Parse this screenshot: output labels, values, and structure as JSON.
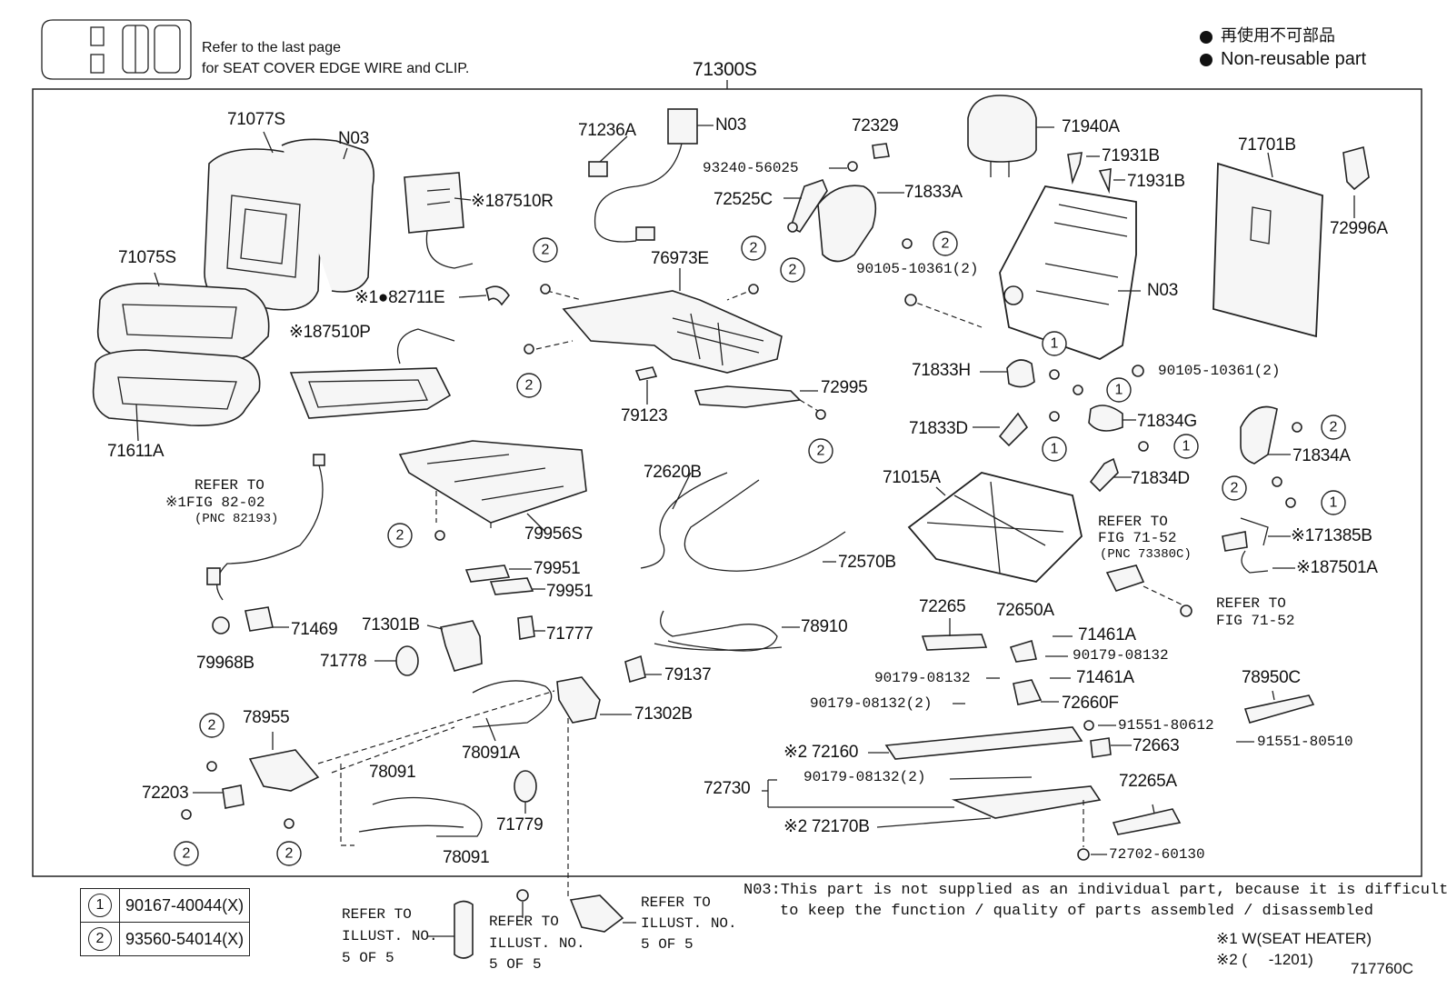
{
  "header": {
    "edge_wire_note_line1": "Refer to the last page",
    "edge_wire_note_line2": "for SEAT COVER EDGE WIRE and CLIP.",
    "non_reusable_jp": "再使用不可部品",
    "non_reusable_en": "Non-reusable part",
    "assembly_number": "71300S"
  },
  "parts": {
    "p71077S": "71077S",
    "pN03a": "N03",
    "p71075S": "71075S",
    "p71611A": "71611A",
    "p187510R": "※187510R",
    "p82711E": "※1●82711E",
    "p187510P": "※187510P",
    "p71236A": "71236A",
    "pN03b": "N03",
    "p76973E": "76973E",
    "p79123": "79123",
    "p72995": "72995",
    "p79956S": "79956S",
    "p79951a": "79951",
    "p79951b": "79951",
    "p72620B": "72620B",
    "p72570B": "72570B",
    "p78910": "78910",
    "p72329": "72329",
    "p93240": "93240-56025",
    "p72525C": "72525C",
    "p71833A": "71833A",
    "p90105a": "90105-10361(2)",
    "p71940A": "71940A",
    "p71931Ba": "71931B",
    "p71931Bb": "71931B",
    "pN03c": "N03",
    "p90105b": "90105-10361(2)",
    "p71701B": "71701B",
    "p72996A": "72996A",
    "p71833H": "71833H",
    "p71834G": "71834G",
    "p71833D": "71833D",
    "p71834A": "71834A",
    "p71834D": "71834D",
    "p71015A": "71015A",
    "p171385B": "※171385B",
    "p187501A": "※187501A",
    "p71469": "71469",
    "p79968B": "79968B",
    "p71301B": "71301B",
    "p71777": "71777",
    "p71778": "71778",
    "p79137": "79137",
    "p71302B": "71302B",
    "p78955": "78955",
    "p72203": "72203",
    "p78091A": "78091A",
    "p78091a": "78091",
    "p78091b": "78091",
    "p71779": "71779",
    "p72265": "72265",
    "p72650A": "72650A",
    "p71461Aa": "71461A",
    "p90179a": "90179-08132",
    "p90179b": "90179-08132",
    "p71461Ab": "71461A",
    "p90179c": "90179-08132(2)",
    "p72660F": "72660F",
    "p91551a": "91551-80612",
    "p72663": "72663",
    "p78950C": "78950C",
    "p91551b": "91551-80510",
    "p72160": "※2 72160",
    "p90179d": "90179-08132(2)",
    "p72730": "72730",
    "p72170B": "※2 72170B",
    "p72265A": "72265A",
    "p72702": "72702-60130"
  },
  "refs": {
    "fig8202_l1": "REFER TO",
    "fig8202_l2": "※1FIG 82-02",
    "fig8202_l3": "(PNC 82193)",
    "fig7152a_l1": "REFER TO",
    "fig7152a_l2": "FIG 71-52",
    "fig7152a_l3": "(PNC 73380C)",
    "fig7152b_l1": "REFER TO",
    "fig7152b_l2": "FIG 71-52",
    "illust1_l1": "REFER TO",
    "illust1_l2": "ILLUST. NO.",
    "illust1_l3": "5 OF 5",
    "illust2_l1": "REFER TO",
    "illust2_l2": "ILLUST. NO.",
    "illust2_l3": "5 OF 5",
    "illust3_l1": "REFER TO",
    "illust3_l2": "ILLUST. NO.",
    "illust3_l3": "5 OF 5"
  },
  "legend": [
    {
      "num": "1",
      "part": "90167-40044(X)"
    },
    {
      "num": "2",
      "part": "93560-54014(X)"
    }
  ],
  "footer": {
    "n03_line1": "N03:This part is not supplied as an individual part, because it is difficult",
    "n03_line2": "to keep the function / quality of parts assembled / disassembled",
    "note1": "※1 W(SEAT HEATER)",
    "note2": "※2 (     -1201)",
    "figure_code": "717760C"
  }
}
